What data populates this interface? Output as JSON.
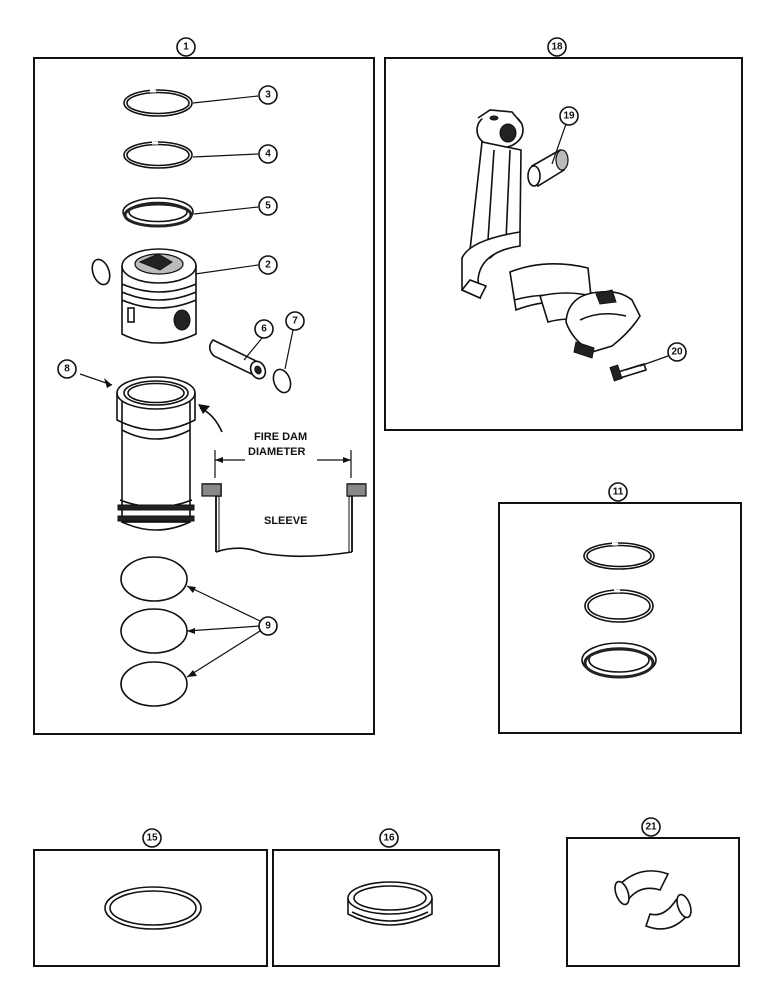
{
  "callouts": {
    "c1": "1",
    "c2": "2",
    "c3": "3",
    "c4": "4",
    "c5": "5",
    "c6": "6",
    "c7": "7",
    "c8": "8",
    "c9": "9",
    "c11": "11",
    "c15": "15",
    "c16": "16",
    "c18": "18",
    "c19": "19",
    "c20": "20",
    "c21": "21"
  },
  "labels": {
    "fire_dam_line1": "FIRE DAM",
    "fire_dam_line2": "DIAMETER",
    "sleeve": "SLEEVE"
  }
}
